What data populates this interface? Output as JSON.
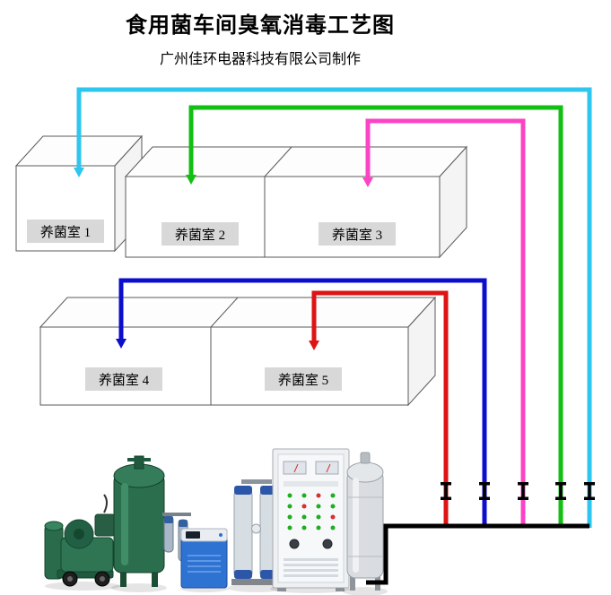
{
  "title": "食用菌车间臭氧消毒工艺图",
  "subtitle": "广州佳环电器科技有限公司制作",
  "rooms": [
    {
      "id": 1,
      "label": "养菌室 1",
      "pipe_color": "#2EC6EF"
    },
    {
      "id": 2,
      "label": "养菌室 2",
      "pipe_color": "#12BF12"
    },
    {
      "id": 3,
      "label": "养菌室 3",
      "pipe_color": "#FA44C4"
    },
    {
      "id": 4,
      "label": "养菌室 4",
      "pipe_color": "#0D0DCC"
    },
    {
      "id": 5,
      "label": "养菌室 5",
      "pipe_color": "#DE1414"
    }
  ],
  "colors": {
    "pipe-room1": "#2EC6EF",
    "pipe-room2": "#12BF12",
    "pipe-room3": "#FA44C4",
    "pipe-room4": "#0D0DCC",
    "pipe-room5": "#DE1414",
    "pipe-main": "#000000"
  },
  "equipment": [
    {
      "name": "air-compressor"
    },
    {
      "name": "air-storage-tank"
    },
    {
      "name": "inline-filters"
    },
    {
      "name": "refrigerated-air-dryer"
    },
    {
      "name": "adsorption-dryer-towers"
    },
    {
      "name": "ozone-generator-cabinet"
    },
    {
      "name": "ozone-mixing-vessel"
    },
    {
      "name": "distribution-valves",
      "count": 5
    }
  ]
}
